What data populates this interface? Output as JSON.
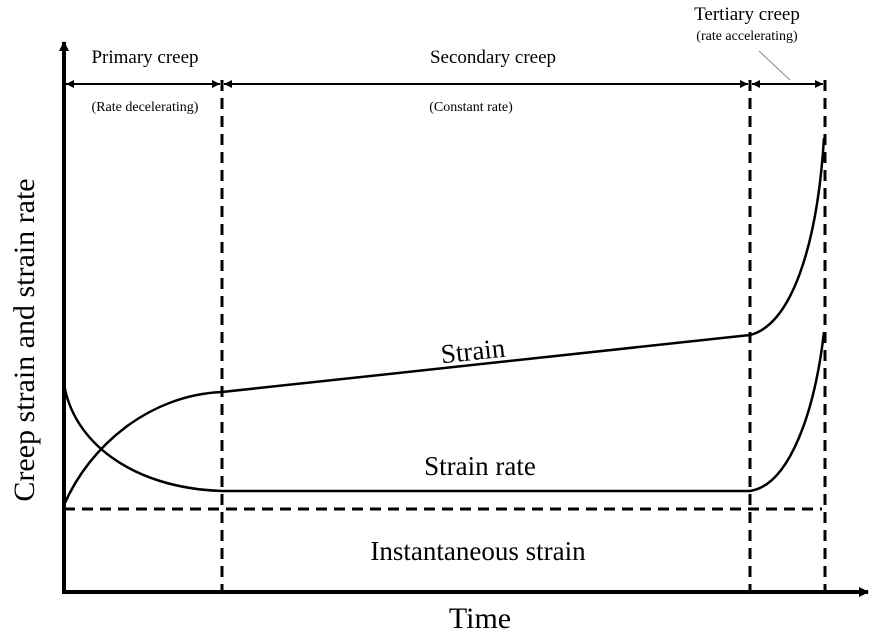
{
  "axes": {
    "x_label": "Time",
    "y_label": "Creep strain and strain rate"
  },
  "stages": [
    {
      "name": "Primary creep",
      "note": "(Rate decelerating)"
    },
    {
      "name": "Secondary creep",
      "note": "(Constant rate)"
    },
    {
      "name": "Tertiary creep",
      "note": "(rate accelerating)"
    }
  ],
  "curves": {
    "strain_label": "Strain",
    "strain_rate_label": "Strain rate",
    "instantaneous_label": "Instantaneous strain"
  },
  "colors": {
    "ink": "#000000",
    "background": "#ffffff"
  }
}
